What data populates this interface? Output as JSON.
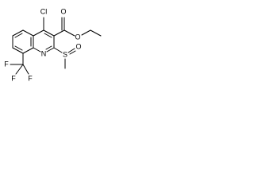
{
  "molecule": {
    "atoms": {
      "cl": "Cl",
      "o_carbonyl": "O",
      "o_ester": "O",
      "n_ring": "N",
      "s": "S",
      "o_sulfinyl": "O",
      "cf3_f1": "F",
      "cf3_f2": "F",
      "cf3_f3": "F"
    }
  },
  "colors": {
    "ink": "#000000",
    "background": "#ffffff"
  }
}
